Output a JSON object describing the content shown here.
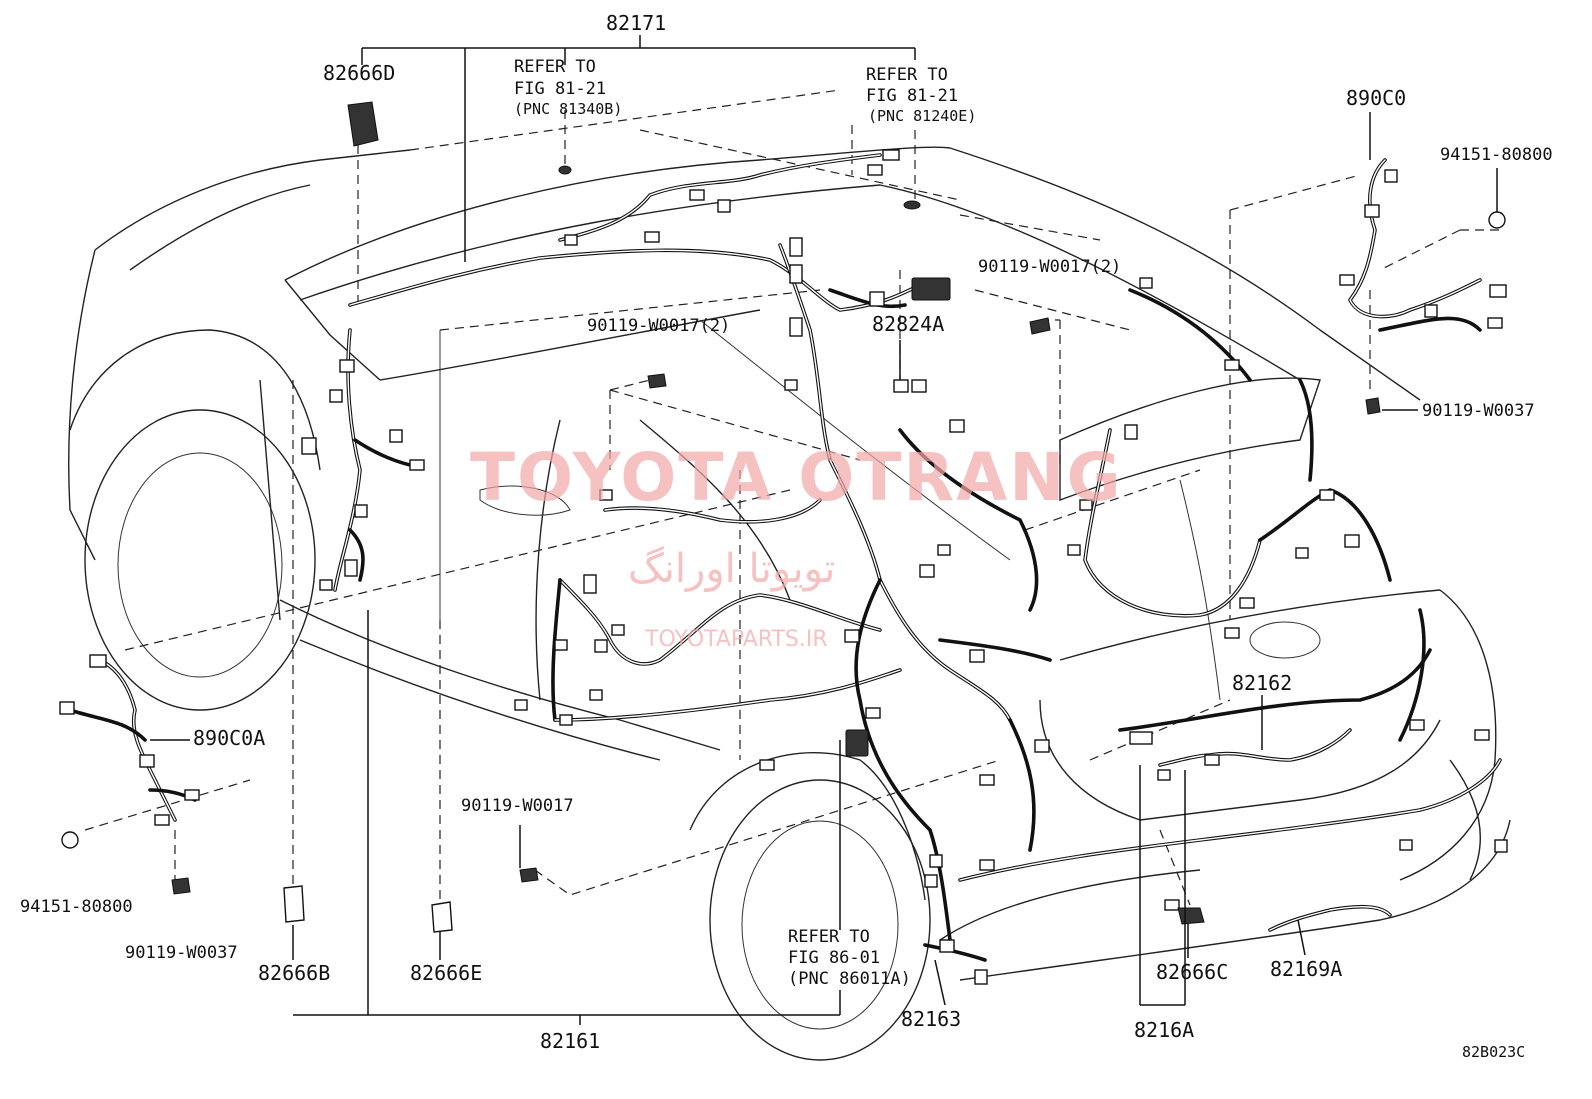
{
  "diagram_code": "82B023C",
  "watermark": {
    "main": "TOYOTA OTRANG",
    "arabic": "تویوتا اورانگ",
    "site": "TOYOTAPARTS.IR"
  },
  "refer_notes": {
    "fig_81_21_a": [
      "REFER TO",
      "FIG 81-21",
      "(PNC 81340B)"
    ],
    "fig_81_21_b": [
      "REFER TO",
      "FIG 81-21",
      "(PNC 81240E)"
    ],
    "fig_86_01": [
      "REFER TO",
      "FIG 86-01",
      "(PNC 86011A)"
    ]
  },
  "parts": {
    "p82171": "82171",
    "p82666D": "82666D",
    "p890C0": "890C0",
    "p94151_80800_top": "94151-80800",
    "p90119_W0017_2_right": "90119-W0017(2)",
    "p90119_W0017_2_left": "90119-W0017(2)",
    "p82824A": "82824A",
    "p90119_W0037_right": "90119-W0037",
    "p890C0A": "890C0A",
    "p94151_80800_left": "94151-80800",
    "p90119_W0037_left": "90119-W0037",
    "p90119_W0017": "90119-W0017",
    "p82666B": "82666B",
    "p82666E": "82666E",
    "p82161": "82161",
    "p82163": "82163",
    "p82162": "82162",
    "p82666C": "82666C",
    "p82169A": "82169A",
    "p8216A": "8216A"
  }
}
